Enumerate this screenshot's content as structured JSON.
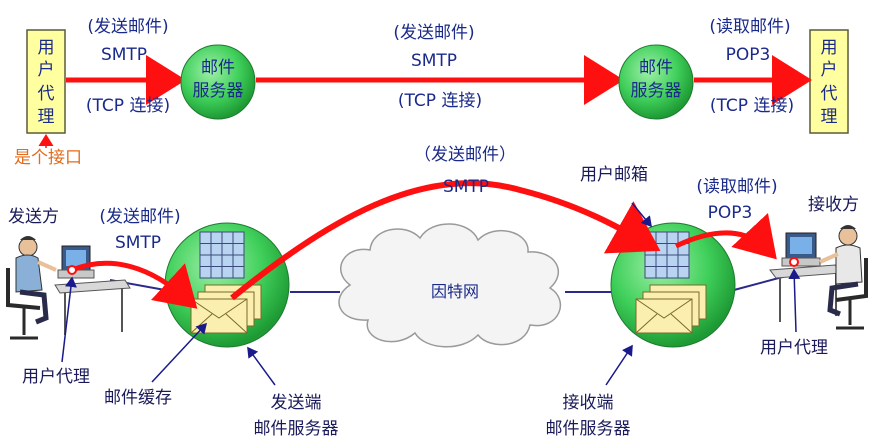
{
  "top": {
    "ua_left_chars": [
      "用",
      "户",
      "代",
      "理"
    ],
    "ua_right_chars": [
      "用",
      "户",
      "代",
      "理"
    ],
    "server1_lines": [
      "邮件",
      "服务器"
    ],
    "server2_lines": [
      "邮件",
      "服务器"
    ],
    "label1_top": "(发送邮件)",
    "label1_proto": "SMTP",
    "label1_bottom": "(TCP 连接)",
    "label2_top": "(发送邮件)",
    "label2_proto": "SMTP",
    "label2_bottom": "(TCP 连接)",
    "label3_top": "(读取邮件)",
    "label3_proto": "POP3",
    "label3_bottom": "(TCP 连接)",
    "interface_note": "是个接口"
  },
  "bottom": {
    "sender": "发送方",
    "receiver": "接收方",
    "send_label_top": "(发送邮件)",
    "send_label_proto": "SMTP",
    "relay_label_top": "（发送邮件）",
    "relay_label_proto": "SMTP",
    "read_label_top": "(读取邮件)",
    "read_label_proto": "POP3",
    "mailbox": "用户邮箱",
    "internet": "因特网",
    "ua_left": "用户代理",
    "ua_right": "用户代理",
    "mail_cache": "邮件缓存",
    "send_server_line1": "发送端",
    "send_server_line2": "邮件服务器",
    "recv_server_line1": "接收端",
    "recv_server_line2": "邮件服务器"
  },
  "colors": {
    "arrow": "#ff1010",
    "server_fill": "#3fcf5a",
    "ua_fill": "#ffffa0",
    "text": "#1a2a8a"
  }
}
